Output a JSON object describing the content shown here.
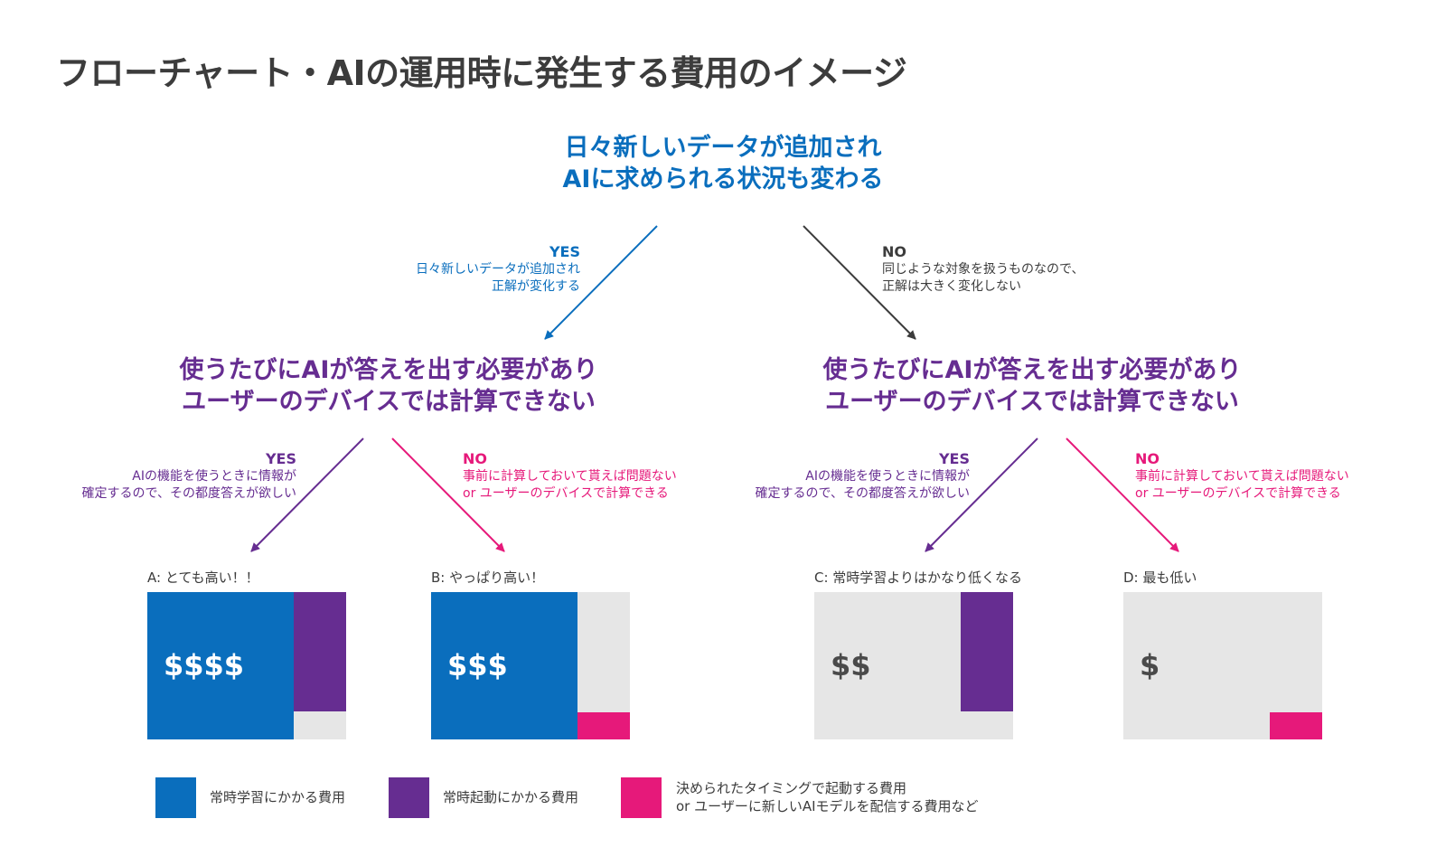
{
  "title": "フローチャート・AIの運用時に発生する費用のイメージ",
  "top_question": {
    "line1": "日々新しいデータが追加され",
    "line2": "AIに求められる状況も変わる"
  },
  "top_yes": {
    "label": "YES",
    "line1": "日々新しいデータが追加され",
    "line2": "正解が変化する"
  },
  "top_no": {
    "label": "NO",
    "line1": "同じような対象を扱うものなので、",
    "line2": "正解は大きく変化しない"
  },
  "mid_question": {
    "line1": "使うたびにAIが答えを出す必要があり",
    "line2": "ユーザーのデバイスでは計算できない"
  },
  "mid_yes": {
    "label": "YES",
    "line1": "AIの機能を使うときに情報が",
    "line2": "確定するので、その都度答えが欲しい"
  },
  "mid_no": {
    "label": "NO",
    "line1": "事前に計算しておいて貰えば問題ない",
    "line2": "or ユーザーのデバイスで計算できる"
  },
  "outcomes": [
    {
      "caption": "A: とても高い！！",
      "cost": "$$$$"
    },
    {
      "caption": "B: やっぱり高い！",
      "cost": "$$$"
    },
    {
      "caption": "C: 常時学習よりはかなり低くなる",
      "cost": "$$"
    },
    {
      "caption": "D: 最も低い",
      "cost": "$"
    }
  ],
  "legend": {
    "blue": "常時学習にかかる費用",
    "purple": "常時起動にかかる費用",
    "pink_line1": "決められたタイミングで起動する費用",
    "pink_line2": "or ユーザーに新しいAIモデルを配信する費用など"
  },
  "colors": {
    "blue": "#0a6ebd",
    "purple": "#662d91",
    "pink": "#e6197a",
    "grey": "#e6e6e6",
    "text": "#3c3c3c"
  }
}
